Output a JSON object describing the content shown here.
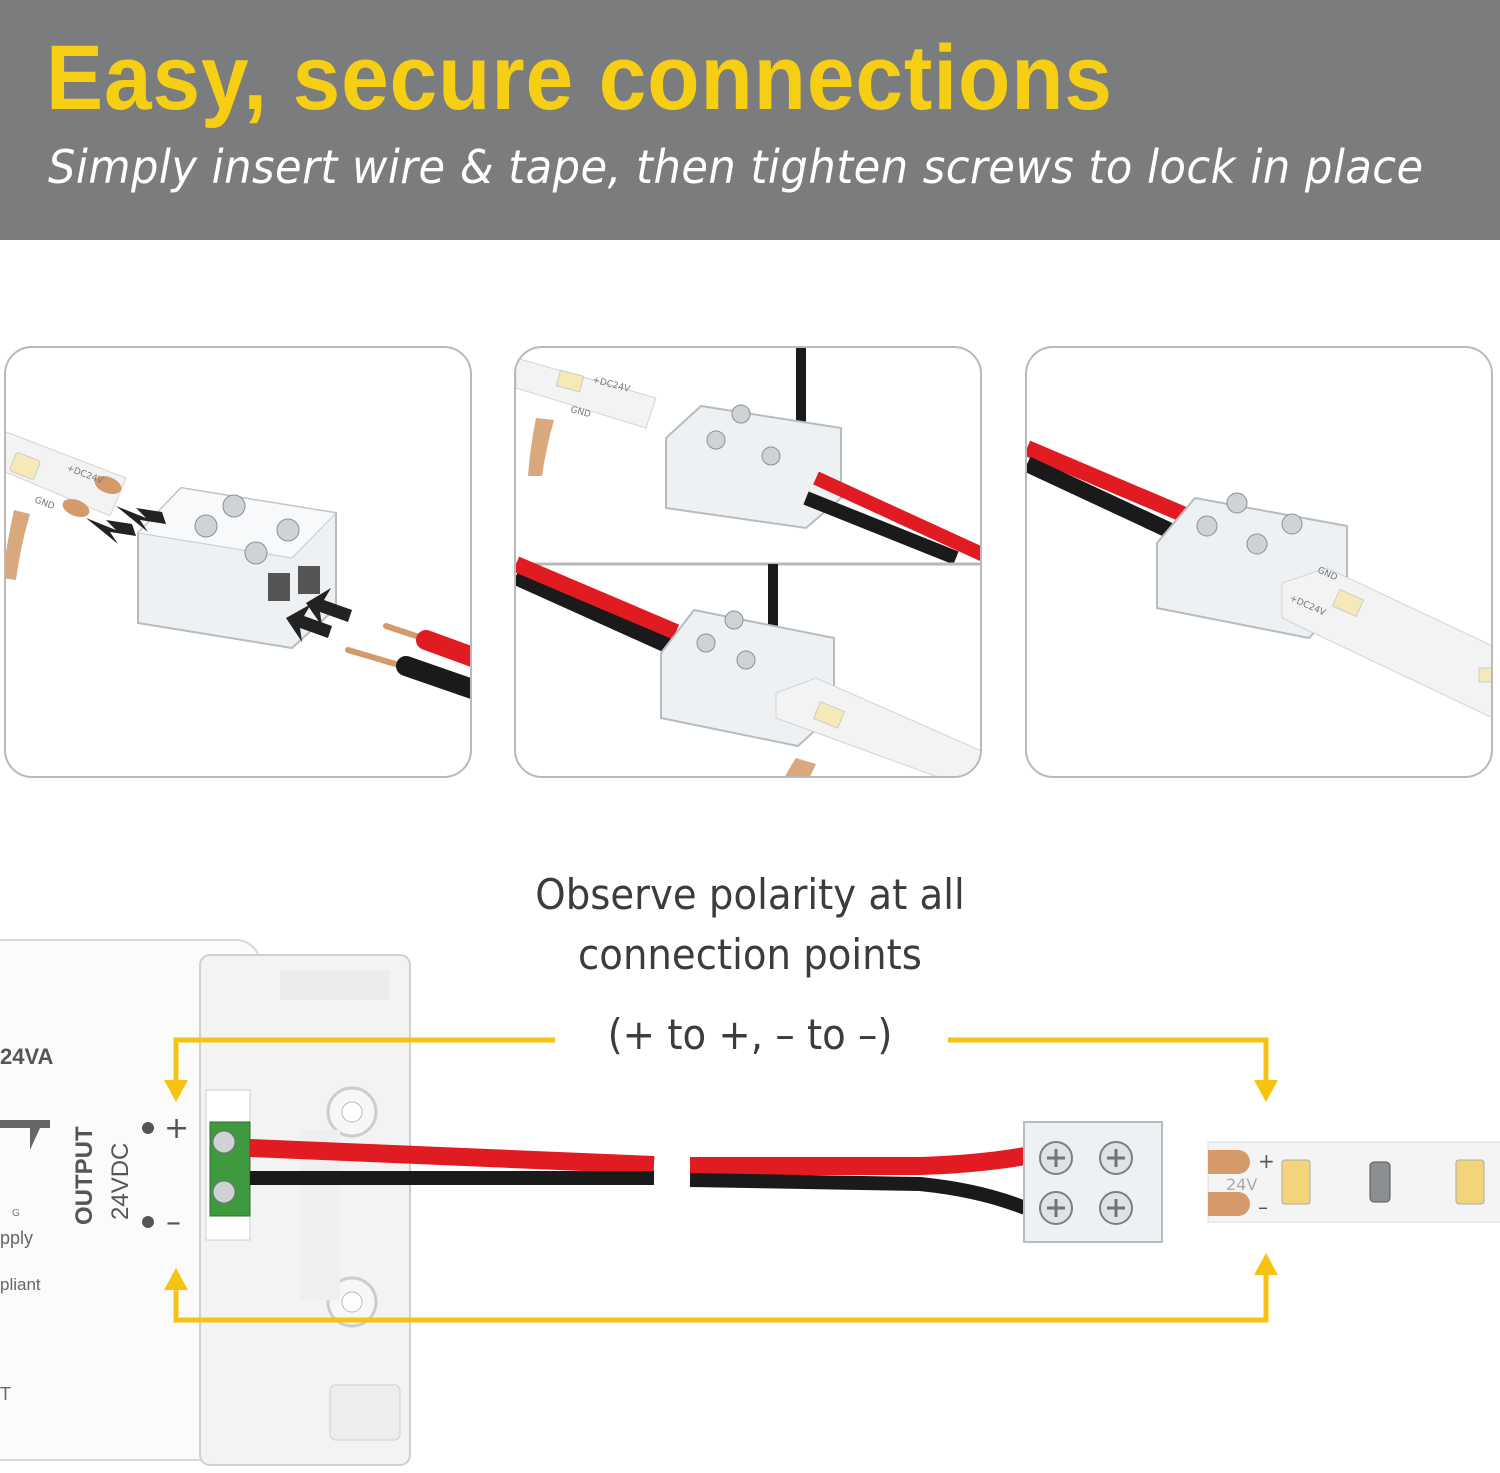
{
  "header": {
    "title": "Easy, secure connections",
    "subtitle": "Simply insert wire & tape, then tighten screws to lock in place"
  },
  "colors": {
    "header_bg": "#7a7c7e",
    "title": "#f6cf14",
    "arrow": "#f6c313",
    "wire_red": "#e11b22",
    "wire_black": "#1a1a1a",
    "copper": "#d49a6a"
  },
  "panels": {
    "step1": {
      "tape_plus": "+DC24V",
      "tape_gnd": "GND"
    },
    "step2": {
      "tape_plus": "+DC24V",
      "tape_gnd": "GND"
    },
    "step3": {
      "tape_plus": "+DC24V",
      "tape_gnd": "GND"
    }
  },
  "polarity": {
    "line1": "Observe polarity at all",
    "line2": "connection points",
    "line3": "(+ to +, – to –)"
  },
  "power_supply": {
    "rating": "24VA",
    "output_label": "OUTPUT",
    "voltage": "24VDC",
    "text_supply": "pply",
    "text_compliant": "pliant",
    "text_g": "G",
    "text_t": "T",
    "plus": "+",
    "minus": "–"
  },
  "tape": {
    "voltage": "24V",
    "plus": "+",
    "minus": "–"
  }
}
